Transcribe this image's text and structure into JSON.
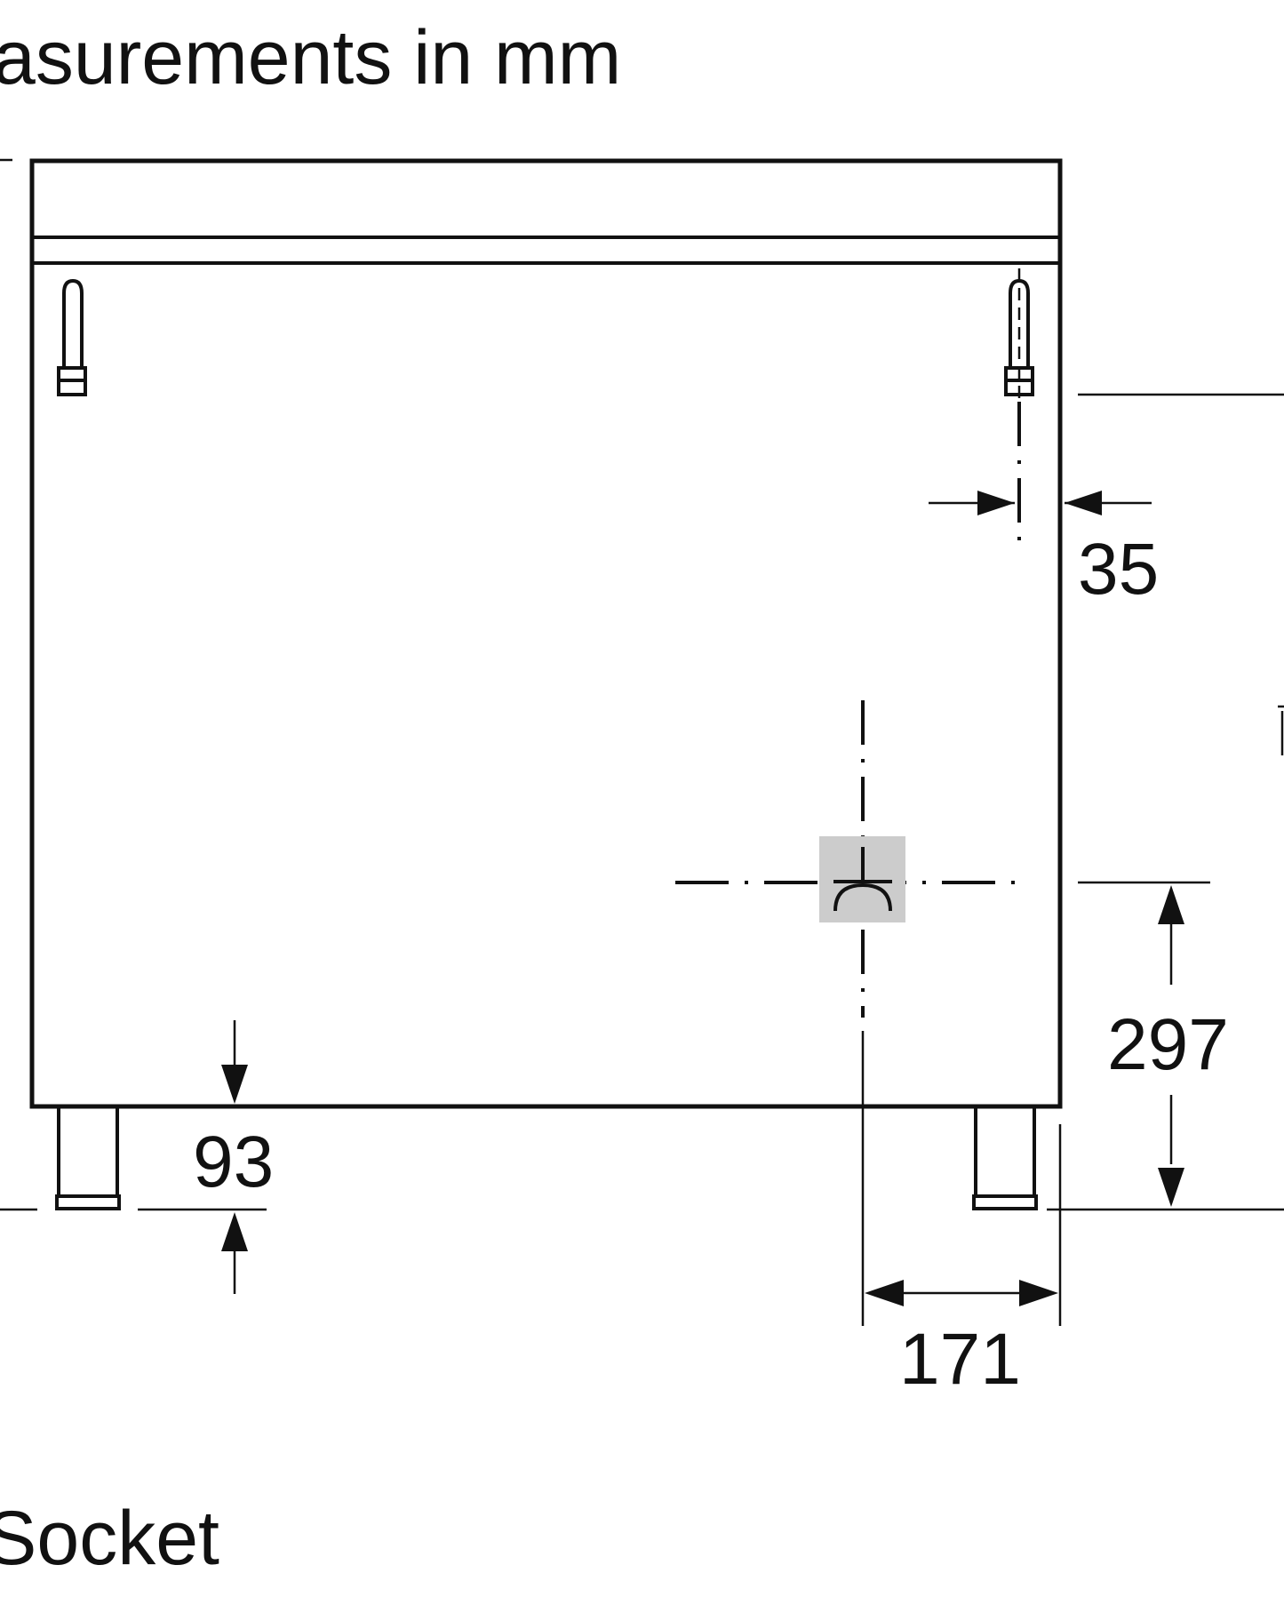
{
  "title": "asurements in mm",
  "footer_label": "Socket",
  "dimensions": {
    "bracket_offset": "35",
    "socket_height": "297",
    "plinth_height": "93",
    "socket_side_offset": "171"
  },
  "colors": {
    "line": "#111111",
    "socket_fill": "#cccccc",
    "background": "#ffffff"
  },
  "icons": [
    "socket-symbol-icon",
    "mounting-bracket-icon",
    "appliance-foot-icon"
  ]
}
